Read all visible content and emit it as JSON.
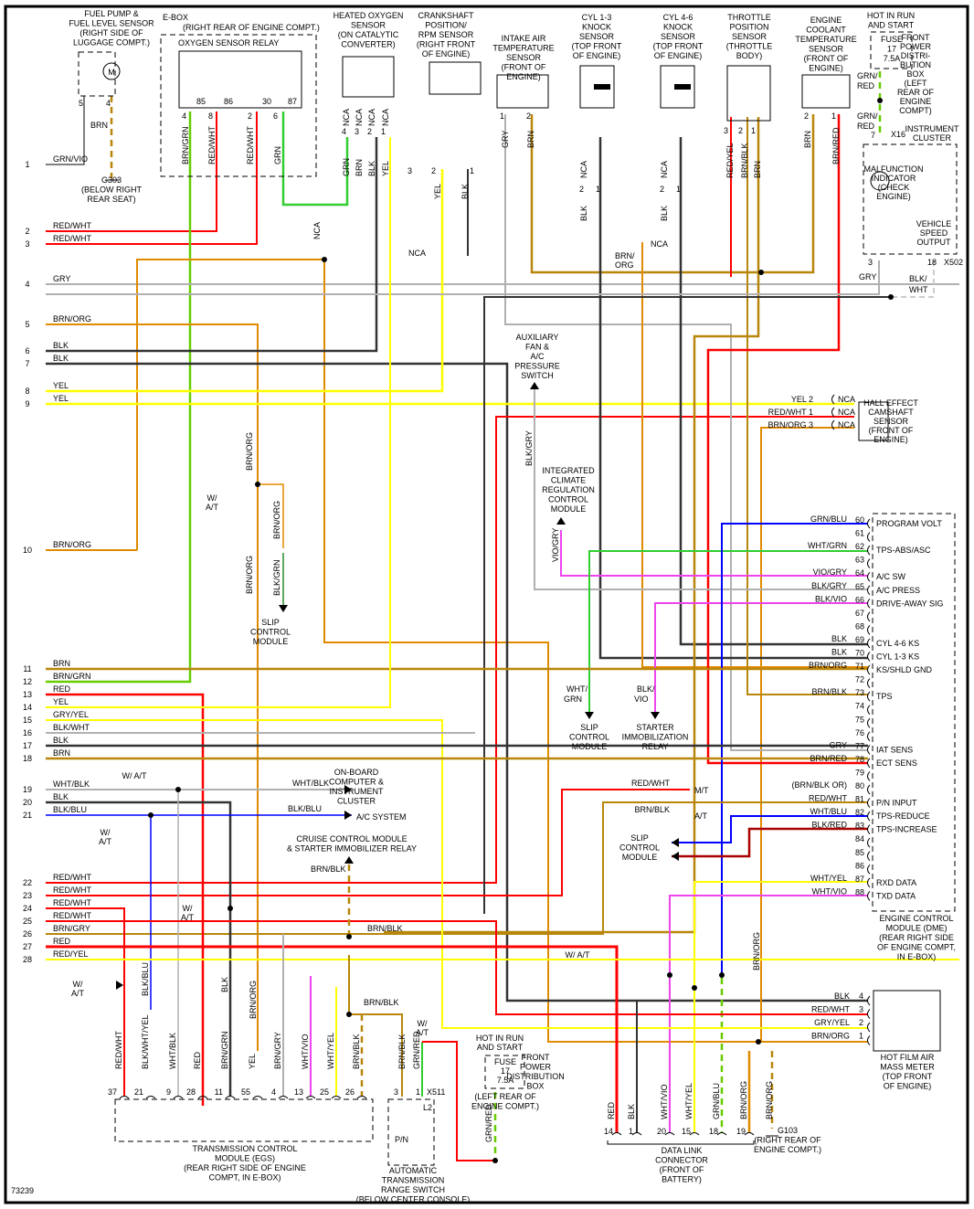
{
  "figure_id": "73239",
  "colors": {
    "RED": "#ff0000",
    "YEL": "#ffff00",
    "BLK": "#333333",
    "BRN": "#b8860b",
    "ORG": "#e08a00",
    "GRN": "#33cc33",
    "GRY": "#b0b0b0",
    "BLU": "#0000ff",
    "VIO": "#ee44ee",
    "WHT": "#dddddd",
    "LGRN": "#66cc00"
  },
  "left_circuits": [
    {
      "n": "1",
      "label": "GRN/VIO"
    },
    {
      "n": "2",
      "label": "RED/WHT"
    },
    {
      "n": "3",
      "label": "RED/WHT"
    },
    {
      "n": "4",
      "label": "GRY"
    },
    {
      "n": "5",
      "label": "BRN/ORG"
    },
    {
      "n": "6",
      "label": "BLK"
    },
    {
      "n": "7",
      "label": "BLK"
    },
    {
      "n": "8",
      "label": "YEL"
    },
    {
      "n": "9",
      "label": "YEL"
    },
    {
      "n": "10",
      "label": "BRN/ORG"
    },
    {
      "n": "11",
      "label": "BRN"
    },
    {
      "n": "12",
      "label": "BRN/GRN"
    },
    {
      "n": "13",
      "label": "RED"
    },
    {
      "n": "14",
      "label": "YEL"
    },
    {
      "n": "15",
      "label": "GRY/YEL"
    },
    {
      "n": "16",
      "label": "BLK/WHT"
    },
    {
      "n": "17",
      "label": "BLK"
    },
    {
      "n": "18",
      "label": "BRN"
    },
    {
      "n": "19",
      "label": "WHT/BLK"
    },
    {
      "n": "20",
      "label": "BLK"
    },
    {
      "n": "21",
      "label": "BLK/BLU"
    },
    {
      "n": "22",
      "label": "RED/WHT"
    },
    {
      "n": "23",
      "label": "RED/WHT"
    },
    {
      "n": "24",
      "label": "RED/WHT"
    },
    {
      "n": "25",
      "label": "RED/WHT"
    },
    {
      "n": "26",
      "label": "BRN/GRY"
    },
    {
      "n": "27",
      "label": "RED"
    },
    {
      "n": "28",
      "label": "RED/YEL"
    }
  ],
  "components": {
    "fuel_pump": {
      "lines": [
        "FUEL PUMP &",
        "FUEL LEVEL SENSOR",
        "(RIGHT SIDE OF",
        "LUGGAGE COMPT.)"
      ],
      "pins": [
        "5",
        "4"
      ],
      "wire": "BRN",
      "motor": "M"
    },
    "ground_g303": {
      "lines": [
        "G303",
        "(BELOW RIGHT",
        "REAR SEAT)"
      ]
    },
    "ebox": {
      "lines": [
        "E-BOX",
        "(RIGHT REAR OF ENGINE COMPT.)"
      ],
      "relay": "OXYGEN SENSOR RELAY",
      "relay_pins": [
        "85",
        "86",
        "30",
        "87"
      ],
      "pins": [
        "4",
        "8",
        "2",
        "6"
      ],
      "wires": [
        "BRN/GRN",
        "RED/WHT",
        "RED/WHT",
        "GRN"
      ]
    },
    "o2_sensor": {
      "lines": [
        "HEATED OXYGEN",
        "SENSOR",
        "(ON CATALYTIC",
        "CONVERTER)"
      ],
      "pins": [
        "4",
        "3",
        "2",
        "1"
      ],
      "nca": "NCA",
      "wires": [
        "GRN",
        "BRN",
        "BLK",
        "YEL"
      ]
    },
    "crank_sensor": {
      "lines": [
        "CRANKSHAFT",
        "POSITION/",
        "RPM SENSOR",
        "(RIGHT FRONT",
        "OF ENGINE)"
      ],
      "pins": [
        "3",
        "2",
        "1"
      ],
      "wires": [
        "NCA",
        "YEL",
        "BLK"
      ]
    },
    "iat_sensor": {
      "lines": [
        "INTAKE AIR",
        "TEMPERATURE",
        "SENSOR",
        "(FRONT OF",
        "ENGINE)"
      ],
      "pins": [
        "1",
        "2"
      ],
      "wires": [
        "GRY",
        "BRN"
      ]
    },
    "knock13": {
      "lines": [
        "CYL 1-3",
        "KNOCK",
        "SENSOR",
        "(TOP FRONT",
        "OF ENGINE)"
      ],
      "pins": [
        "2",
        "1"
      ],
      "wires": [
        "NCA",
        "BLK"
      ]
    },
    "knock46": {
      "lines": [
        "CYL 4-6",
        "KNOCK",
        "SENSOR",
        "(TOP FRONT",
        "OF ENGINE)"
      ],
      "pins": [
        "2",
        "1"
      ],
      "wires": [
        "NCA",
        "BLK"
      ],
      "shield": "BRN/ ORG"
    },
    "tps": {
      "lines": [
        "THROTTLE",
        "POSITION",
        "SENSOR",
        "(THROTTLE",
        "BODY)"
      ],
      "pins": [
        "3",
        "2",
        "1"
      ],
      "wires": [
        "RED/YEL",
        "BRN/BLK",
        "BRN"
      ]
    },
    "ect": {
      "lines": [
        "ENGINE",
        "COOLANT",
        "TEMPERATURE",
        "SENSOR",
        "(FRONT OF",
        "ENGINE)"
      ],
      "pins": [
        "2",
        "1"
      ],
      "wires": [
        "BRN",
        "BRN/RED"
      ]
    },
    "fuse_top": {
      "hot": [
        "HOT IN RUN",
        "AND START"
      ],
      "fuse": [
        "FUSE",
        "17",
        "7.5A"
      ],
      "box": [
        "FRONT",
        "POWER",
        "DISTRI-",
        "BUTION",
        "BOX",
        "(LEFT",
        "REAR OF",
        "ENGINE",
        "COMPT)"
      ],
      "wire": "GRN/ RED"
    },
    "cluster": {
      "title": [
        "INSTRUMENT",
        "CLUSTER"
      ],
      "connector": "X16",
      "pin_top": "7",
      "mil": [
        "MALFUNCTION",
        "INDICATOR",
        "(CHECK",
        "ENGINE)"
      ],
      "vso": [
        "VEHICLE",
        "SPEED",
        "OUTPUT"
      ],
      "pin_a": "3",
      "pin_b": "18",
      "connector_b": "X502",
      "wire_a": "GRY",
      "wire_b": "BLK/ WHT"
    },
    "aux_fan": {
      "lines": [
        "AUXILIARY",
        "FAN &",
        "A/C",
        "PRESSURE",
        "SWITCH"
      ],
      "wire": "BLK/GRY"
    },
    "iccm": {
      "lines": [
        "INTEGRATED",
        "CLIMATE",
        "REGULATION",
        "CONTROL",
        "MODULE"
      ],
      "wire": "VIO/GRY"
    },
    "hall_sensor": {
      "lines": [
        "HALL EFFECT",
        "CAMSHAFT",
        "SENSOR",
        "(FRONT OF",
        "ENGINE)"
      ],
      "pins": [
        {
          "w": "YEL",
          "p": "2"
        },
        {
          "w": "RED/WHT",
          "p": "1"
        },
        {
          "w": "BRN/ORG",
          "p": "3"
        }
      ],
      "nca": "NCA"
    },
    "slip1": {
      "lines": [
        "SLIP",
        "CONTROL",
        "MODULE"
      ],
      "wires": [
        "BRN/ORG",
        "BLK/GRN"
      ],
      "w_at": [
        "W/",
        "A/T"
      ],
      "vert": "BRN/ORG"
    },
    "slip2": {
      "lines": [
        "SLIP",
        "CONTROL",
        "MODULE"
      ],
      "wire": [
        "WHT/",
        "GRN"
      ]
    },
    "starter_relay": {
      "lines": [
        "STARTER",
        "IMMOBILIZATION",
        "RELAY"
      ],
      "wire": [
        "BLK/",
        "VIO"
      ]
    },
    "onboard": {
      "lines": [
        "ON-BOARD",
        "COMPUTER &",
        "INSTRUMENT",
        "CLUSTER"
      ],
      "wire": "WHT/BLK"
    },
    "ac_system": {
      "label": "A/C SYSTEM",
      "wire": "BLK/BLU"
    },
    "cruise": {
      "lines": [
        "CRUISE CONTROL MODULE",
        "& STARTER IMMOBILIZER RELAY"
      ],
      "wire": "BRN/BLK",
      "wire2": "BRN/BLK"
    },
    "mt_at": {
      "mt_wire": "RED/WHT",
      "mt": "M/T",
      "at_wire": "BRN/BLK",
      "at": "A/T",
      "slip": [
        "SLIP",
        "CONTROL",
        "MODULE"
      ]
    },
    "w_at": {
      "label": [
        "W/",
        "A/T"
      ],
      "label_inline": "W/ A/T"
    },
    "ecm": {
      "title": [
        "ENGINE CONTROL",
        "MODULE (DME)",
        "(REAR RIGHT SIDE",
        "OF ENGINE COMPT,",
        "IN E-BOX)"
      ],
      "pins": [
        {
          "p": "60",
          "w": "GRN/BLU",
          "f": "PROGRAM VOLT"
        },
        {
          "p": "61",
          "w": "",
          "f": ""
        },
        {
          "p": "62",
          "w": "WHT/GRN",
          "f": "TPS-ABS/ASC"
        },
        {
          "p": "63",
          "w": "",
          "f": ""
        },
        {
          "p": "64",
          "w": "VIO/GRY",
          "f": "A/C SW"
        },
        {
          "p": "65",
          "w": "BLK/GRY",
          "f": "A/C PRESS"
        },
        {
          "p": "66",
          "w": "BLK/VIO",
          "f": "DRIVE-AWAY SIG"
        },
        {
          "p": "67",
          "w": "",
          "f": ""
        },
        {
          "p": "68",
          "w": "",
          "f": ""
        },
        {
          "p": "69",
          "w": "BLK",
          "f": "CYL 4-6 KS"
        },
        {
          "p": "70",
          "w": "BLK",
          "f": "CYL 1-3 KS"
        },
        {
          "p": "71",
          "w": "BRN/ORG",
          "f": "KS/SHLD GND"
        },
        {
          "p": "72",
          "w": "",
          "f": ""
        },
        {
          "p": "73",
          "w": "BRN/BLK",
          "f": "TPS"
        },
        {
          "p": "74",
          "w": "",
          "f": ""
        },
        {
          "p": "75",
          "w": "",
          "f": ""
        },
        {
          "p": "76",
          "w": "",
          "f": ""
        },
        {
          "p": "77",
          "w": "GRY",
          "f": "IAT SENS"
        },
        {
          "p": "78",
          "w": "BRN/RED",
          "f": "ECT SENS"
        },
        {
          "p": "79",
          "w": "",
          "f": ""
        },
        {
          "p": "80",
          "w": "(BRN/BLK OR)",
          "f": ""
        },
        {
          "p": "81",
          "w": "RED/WHT",
          "f": "P/N INPUT"
        },
        {
          "p": "82",
          "w": "WHT/BLU",
          "f": "TPS-REDUCE"
        },
        {
          "p": "83",
          "w": "BLK/RED",
          "f": "TPS-INCREASE"
        },
        {
          "p": "84",
          "w": "",
          "f": ""
        },
        {
          "p": "85",
          "w": "",
          "f": ""
        },
        {
          "p": "86",
          "w": "",
          "f": ""
        },
        {
          "p": "87",
          "w": "WHT/YEL",
          "f": "RXD DATA"
        },
        {
          "p": "88",
          "w": "WHT/VIO",
          "f": "TXD DATA"
        }
      ]
    },
    "maf": {
      "lines": [
        "HOT FILM AIR",
        "MASS METER",
        "(TOP FRONT",
        "OF ENGINE)"
      ],
      "pins": [
        {
          "w": "BLK",
          "p": "4"
        },
        {
          "w": "RED/WHT",
          "p": "3"
        },
        {
          "w": "GRY/YEL",
          "p": "2"
        },
        {
          "w": "BRN/ORG",
          "p": "1"
        }
      ],
      "vert_wire": "BRN/ORG"
    },
    "tcm": {
      "lines": [
        "TRANSMISSION CONTROL",
        "MODULE (EGS)",
        "(REAR RIGHT SIDE OF ENGINE",
        "COMPT, IN E-BOX)"
      ],
      "pins": [
        {
          "p": "37",
          "w": "RED/WHT"
        },
        {
          "p": "21",
          "w": "BLK/WHT/YEL"
        },
        {
          "p": "9",
          "w": "WHT/BLK"
        },
        {
          "p": "28",
          "w": "RED"
        },
        {
          "p": "11",
          "w": "BRN/GRN"
        },
        {
          "p": "55",
          "w": "YEL"
        },
        {
          "p": "4",
          "w": "BRN/GRY"
        },
        {
          "p": "13",
          "w": "WHT/VIO"
        },
        {
          "p": "25",
          "w": "WHT/YEL"
        },
        {
          "p": "26",
          "w": "BRN/BLK"
        }
      ],
      "upper": {
        "blk_blu": "BLK/BLU",
        "blk": "BLK",
        "brn_org": "BRN/ORG"
      }
    },
    "range_switch": {
      "lines": [
        "AUTOMATIC",
        "TRANSMISSION",
        "RANGE SWITCH",
        "(BELOW CENTER CONSOLE)"
      ],
      "pins": [
        "3",
        "1"
      ],
      "wires": [
        "BRN/BLK",
        "GRN/RED"
      ],
      "connector": "X511",
      "l2": "L2",
      "pn": "P/N",
      "brn_blk": "BRN/BLK"
    },
    "fuse_bottom": {
      "hot": [
        "HOT IN RUN",
        "AND START"
      ],
      "fuse": [
        "FUSE",
        "17",
        "7.5A"
      ],
      "box": [
        "FRONT",
        "POWER",
        "DISTRIBUTION",
        "BOX"
      ],
      "loc": [
        "(LEFT REAR OF",
        "ENGINE COMPT.)"
      ],
      "wire": "GRN/RED"
    },
    "dlc": {
      "lines": [
        "DATA LINK",
        "CONNECTOR",
        "(FRONT OF",
        "BATTERY)"
      ],
      "pins": [
        {
          "p": "14",
          "w": "RED"
        },
        {
          "p": "1",
          "w": "BLK"
        },
        {
          "p": "20",
          "w": "WHT/VIO"
        },
        {
          "p": "15",
          "w": "WHT/YEL"
        },
        {
          "p": "18",
          "w": "GRN/BLU"
        },
        {
          "p": "19",
          "w": "BRN/ORG"
        }
      ]
    },
    "ground_g103": {
      "wire": "BRN/ORG",
      "lines": [
        "G103",
        "(RIGHT REAR OF",
        "ENGINE COMPT.)"
      ]
    },
    "nca_labels": {
      "nca": "NCA",
      "brn_org": "BRN/ ORG"
    }
  }
}
